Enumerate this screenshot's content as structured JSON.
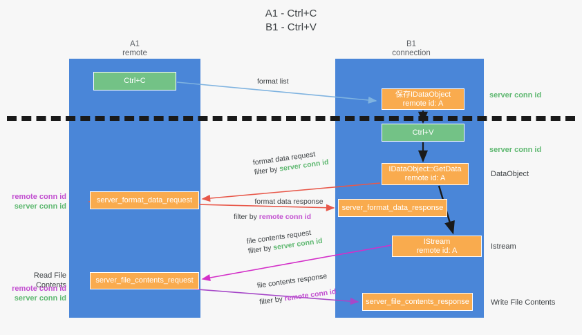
{
  "title": {
    "line1": "A1 - Ctrl+C",
    "line2": "B1 - Ctrl+V"
  },
  "columns": [
    {
      "name": "A1",
      "sub": "remote"
    },
    {
      "name": "B1",
      "sub": "connection"
    }
  ],
  "nodes": {
    "ctrl_c": {
      "label": "Ctrl+C",
      "color": "#73c286"
    },
    "idataobject": {
      "line1": "保存IDataObject",
      "line2": "remote id: A",
      "color": "#f9ab4e"
    },
    "ctrl_v": {
      "label": "Ctrl+V",
      "color": "#73c286"
    },
    "getdata": {
      "line1": "IDataObject::GetData",
      "line2": "remote id: A",
      "color": "#f9ab4e"
    },
    "format_data_request": {
      "label": "server_format_data_request",
      "color": "#f9ab4e"
    },
    "format_data_response": {
      "label": "server_format_data_response",
      "color": "#f9ab4e"
    },
    "istream": {
      "line1": "IStream",
      "line2": "remote id: A",
      "color": "#f9ab4e"
    },
    "file_contents_request": {
      "label": "server_file_contents_request",
      "color": "#f9ab4e"
    },
    "file_contents_response": {
      "label": "server_file_contents_response",
      "color": "#f9ab4e"
    }
  },
  "edges": {
    "format_list": {
      "text": "format list"
    },
    "format_data_request": {
      "text": "format data request",
      "filter_prefix": "filter by ",
      "filter_key": "server conn id"
    },
    "format_data_response": {
      "text": "format data response",
      "filter_prefix": "filter by ",
      "filter_key": "remote conn id"
    },
    "file_contents_request": {
      "text": "file contents request",
      "filter_prefix": "filter by ",
      "filter_key": "server conn id"
    },
    "file_contents_response": {
      "text": "file contents response",
      "filter_prefix": "filter by ",
      "filter_key": "remote conn id"
    }
  },
  "annotations": {
    "server_conn_id_top": "server conn id",
    "server_conn_id_mid": "server conn id",
    "dataobject": "DataObject",
    "istream": "Istream",
    "write_file_contents": "Write File Contents",
    "read_file_contents": "Read File Contents",
    "remote_conn_id": "remote conn id",
    "server_conn_id": "server conn id"
  },
  "colors": {
    "lane": "#4a86d8",
    "green": "#73c286",
    "orange": "#f9ab4e",
    "green_text": "#5fb871",
    "purple_text": "#c24fd0",
    "arrow_light_blue": "#7fb3e0",
    "arrow_red": "#e8584a",
    "arrow_magenta": "#d32fc8",
    "arrow_purple": "#a648c8",
    "arrow_dark": "#1a1a1a",
    "background": "#f7f7f7"
  }
}
